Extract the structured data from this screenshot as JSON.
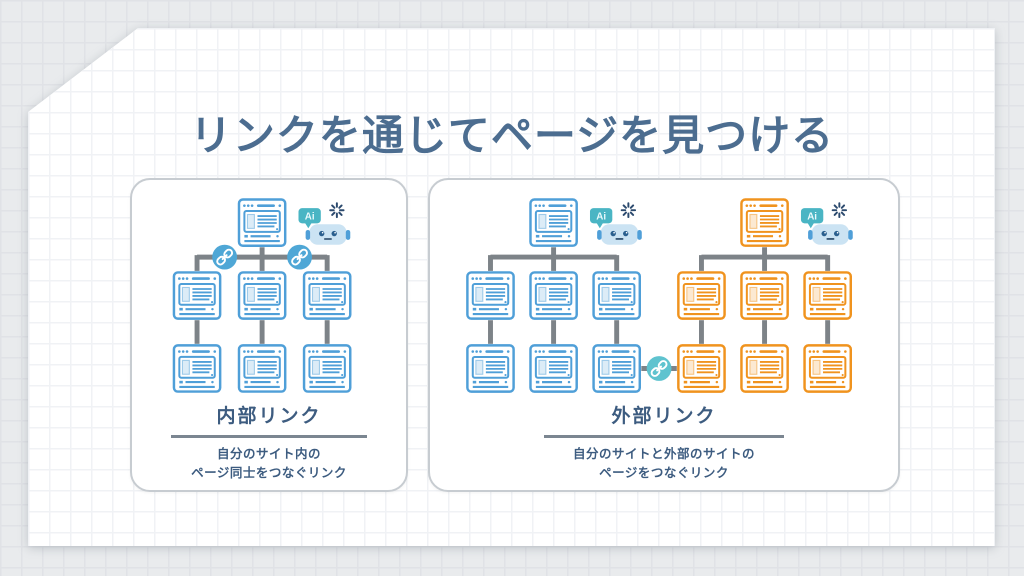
{
  "title": "リンクを通じてページを見つける",
  "ai_label": "Ai",
  "cards": [
    {
      "heading": "内部リンク",
      "description_line1": "自分のサイト内の",
      "description_line2": "ページ同士をつなぐリンク"
    },
    {
      "heading": "外部リンク",
      "description_line1": "自分のサイトと外部のサイトの",
      "description_line2": "ページをつなぐリンク"
    }
  ],
  "colors": {
    "title_text": "#4c6d90",
    "card_text": "#3d5c80",
    "internal_page_blue": "#4f9fd8",
    "external_page_orange": "#f0931e",
    "connector_gray": "#7d8388",
    "link_badge_blue": "#4fa7d6",
    "link_badge_teal": "#5fc3cf",
    "ai_bubble_teal": "#4ab5c4",
    "robot_head_blue": "#cbe3f3",
    "card_border": "#c7ccd1",
    "background_gray": "#e9ebed"
  },
  "icons": {
    "browser_page": "browser-window-icon",
    "ai_robot": "ai-robot-icon",
    "chain_link": "chain-link-icon",
    "sparkle": "sparkle-icon",
    "ai_bubble": "ai-speech-bubble"
  }
}
